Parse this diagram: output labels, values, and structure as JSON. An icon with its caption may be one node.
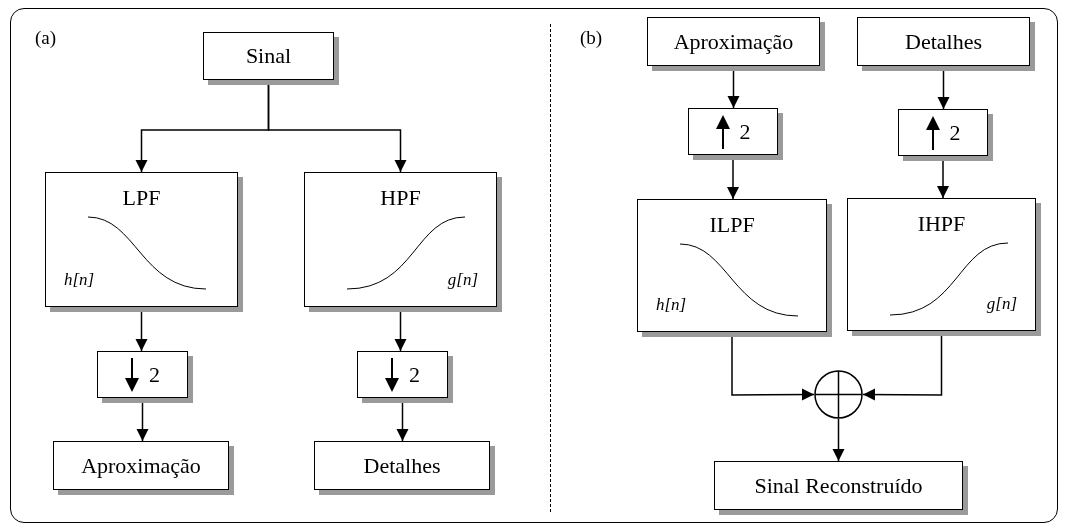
{
  "diagram": {
    "nodes": [
      {
        "text": [
          "Sinal"
        ]
      },
      {
        "text": [
          "LPF",
          "h[n]"
        ]
      },
      {
        "text": [
          "HPF",
          "g[n]"
        ]
      },
      {
        "text": [
          "2"
        ]
      },
      {
        "text": [
          "2"
        ]
      },
      {
        "text": [
          "Aproximação"
        ]
      },
      {
        "text": [
          "Detalhes"
        ]
      },
      {
        "text": [
          "Aproximação"
        ]
      },
      {
        "text": [
          "Detalhes"
        ]
      },
      {
        "text": [
          "2"
        ]
      },
      {
        "text": [
          "2"
        ]
      },
      {
        "text": [
          "ILPF",
          "h[n]"
        ]
      },
      {
        "text": [
          "IHPF",
          "g[n]"
        ]
      },
      {
        "text": [],
        "shape": "circle"
      },
      {
        "text": [
          "Sinal Reconstruído"
        ]
      }
    ],
    "edges": [
      {
        "from": 0,
        "to": 1,
        "arrow": "to"
      },
      {
        "from": 0,
        "to": 2,
        "arrow": "to"
      },
      {
        "from": 1,
        "to": 3,
        "arrow": "to"
      },
      {
        "from": 3,
        "to": 5,
        "arrow": "to"
      },
      {
        "from": 2,
        "to": 4,
        "arrow": "to"
      },
      {
        "from": 4,
        "to": 6,
        "arrow": "to"
      },
      {
        "from": 7,
        "to": 9,
        "arrow": "to"
      },
      {
        "from": 9,
        "to": 11,
        "arrow": "to"
      },
      {
        "from": 8,
        "to": 10,
        "arrow": "to"
      },
      {
        "from": 10,
        "to": 12,
        "arrow": "to"
      },
      {
        "from": 11,
        "to": 13,
        "arrow": "to"
      },
      {
        "from": 12,
        "to": 13,
        "arrow": "to"
      },
      {
        "from": 13,
        "to": 14,
        "arrow": "to"
      }
    ],
    "labels": [
      "(a)",
      "(b)"
    ]
  }
}
